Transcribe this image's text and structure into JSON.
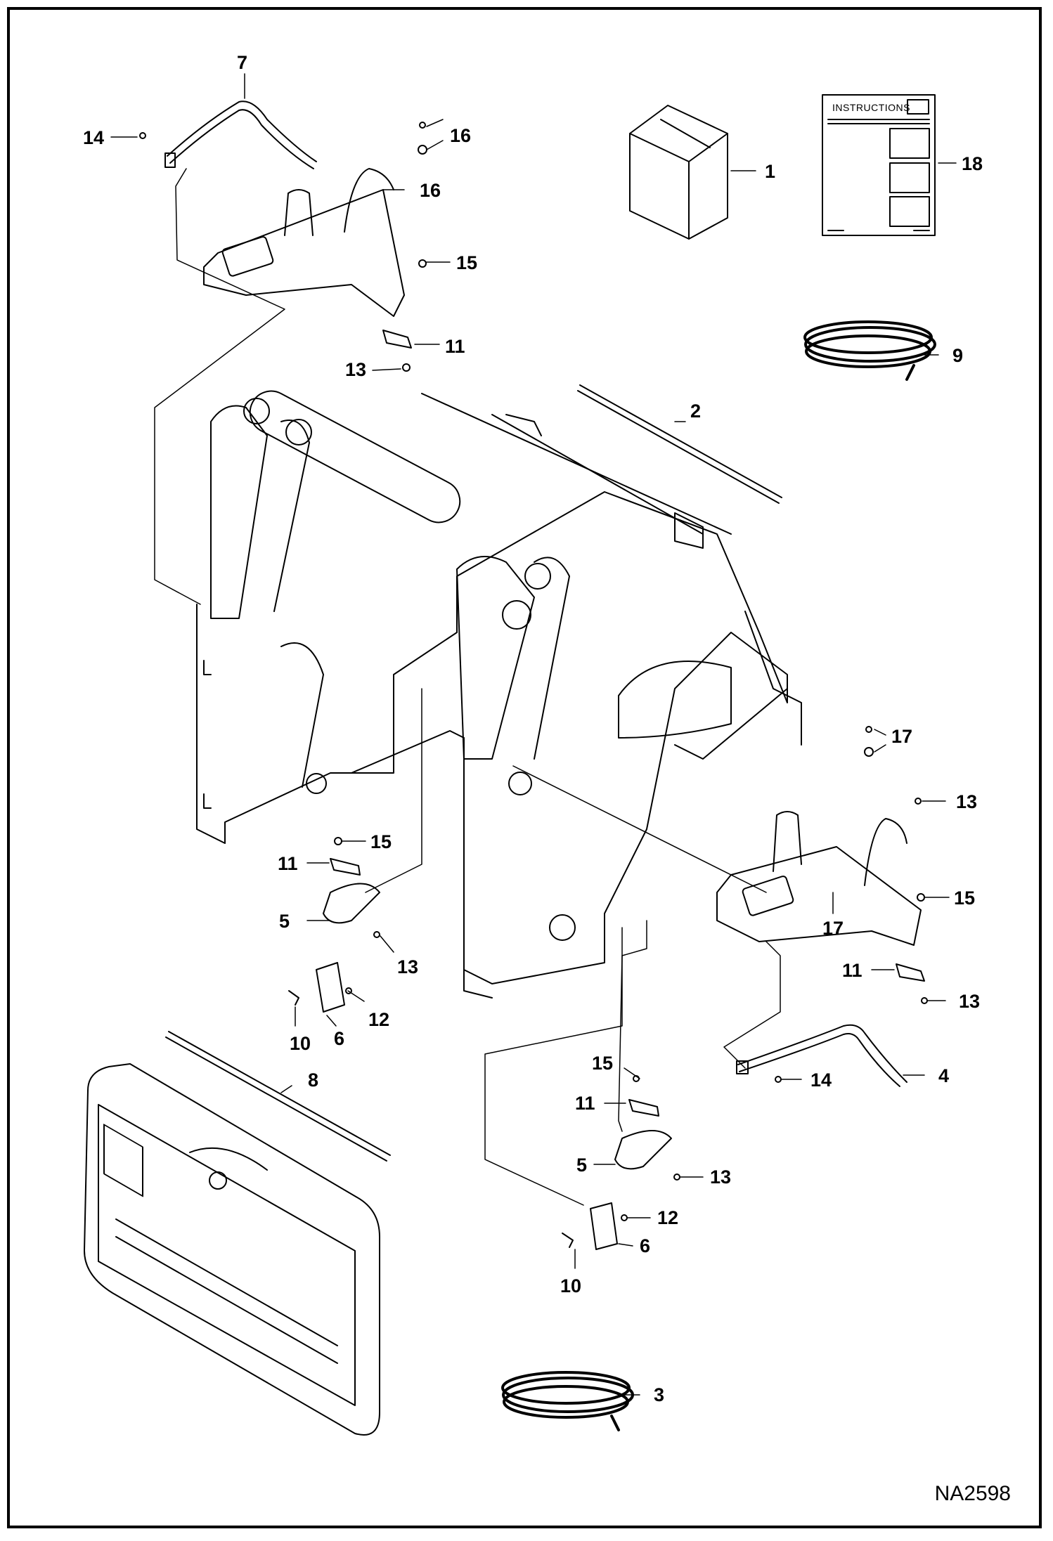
{
  "figure_code": "NA2598",
  "instruction_sheet_title": "INSTRUCTIONS",
  "callouts": [
    {
      "id": "c7",
      "text": "7"
    },
    {
      "id": "c14a",
      "text": "14"
    },
    {
      "id": "c16a",
      "text": "16"
    },
    {
      "id": "c16b",
      "text": "16"
    },
    {
      "id": "c15a",
      "text": "15"
    },
    {
      "id": "c11a",
      "text": "11"
    },
    {
      "id": "c13a",
      "text": "13"
    },
    {
      "id": "c1",
      "text": "1"
    },
    {
      "id": "c18",
      "text": "18"
    },
    {
      "id": "c9",
      "text": "9"
    },
    {
      "id": "c2",
      "text": "2"
    },
    {
      "id": "c17a",
      "text": "17"
    },
    {
      "id": "c13b",
      "text": "13"
    },
    {
      "id": "c15b",
      "text": "15"
    },
    {
      "id": "c17b",
      "text": "17"
    },
    {
      "id": "c11b",
      "text": "11"
    },
    {
      "id": "c13c",
      "text": "13"
    },
    {
      "id": "c15c",
      "text": "15"
    },
    {
      "id": "c11c",
      "text": "11"
    },
    {
      "id": "c5a",
      "text": "5"
    },
    {
      "id": "c13d",
      "text": "13"
    },
    {
      "id": "c12a",
      "text": "12"
    },
    {
      "id": "c10a",
      "text": "10"
    },
    {
      "id": "c6a",
      "text": "6"
    },
    {
      "id": "c8",
      "text": "8"
    },
    {
      "id": "c14b",
      "text": "14"
    },
    {
      "id": "c4",
      "text": "4"
    },
    {
      "id": "c15d",
      "text": "15"
    },
    {
      "id": "c11d",
      "text": "11"
    },
    {
      "id": "c5b",
      "text": "5"
    },
    {
      "id": "c13e",
      "text": "13"
    },
    {
      "id": "c12b",
      "text": "12"
    },
    {
      "id": "c6b",
      "text": "6"
    },
    {
      "id": "c10b",
      "text": "10"
    },
    {
      "id": "c3",
      "text": "3"
    }
  ]
}
